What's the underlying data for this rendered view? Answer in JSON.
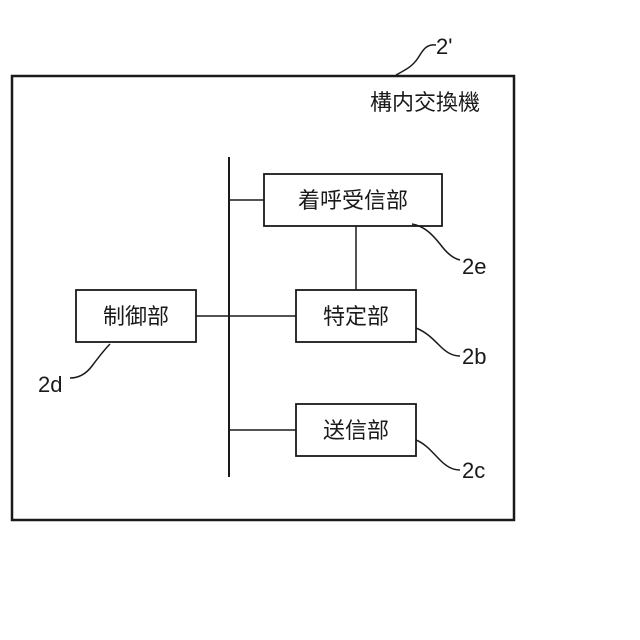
{
  "outer_ref": "2'",
  "exchange": {
    "title": "構内交換機"
  },
  "blocks": {
    "incoming": {
      "label": "着呼受信部",
      "ref": "2e"
    },
    "identify": {
      "label": "特定部",
      "ref": "2b"
    },
    "transmit": {
      "label": "送信部",
      "ref": "2c"
    },
    "control": {
      "label": "制御部",
      "ref": "2d"
    }
  }
}
